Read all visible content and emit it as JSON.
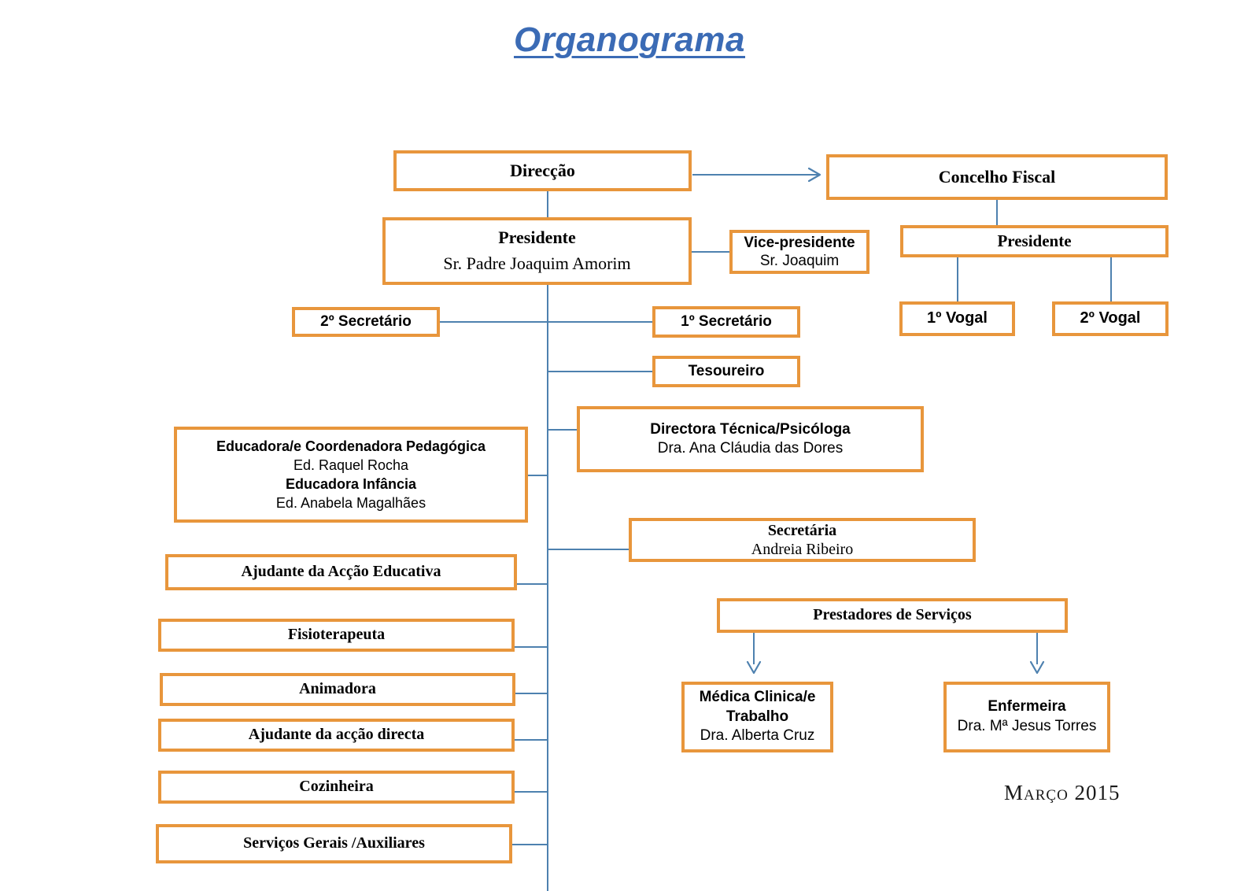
{
  "page": {
    "title": "Organograma",
    "date_stamp": "Março 2015",
    "colors": {
      "box_border": "#E8963C",
      "connector": "#4E81AF",
      "title": "#3B6BB5",
      "background": "#FFFFFF",
      "text": "#000000"
    }
  },
  "chart_data": {
    "type": "diagram",
    "diagram_kind": "organizational-chart",
    "title": "Organograma",
    "date": "Março 2015",
    "nodes": [
      {
        "id": "direccao",
        "title": "Direcção",
        "subtitle": ""
      },
      {
        "id": "concelho",
        "title": "Concelho Fiscal",
        "subtitle": ""
      },
      {
        "id": "presidente",
        "title": "Presidente",
        "subtitle": "Sr. Padre Joaquim Amorim"
      },
      {
        "id": "vice",
        "title": "Vice-presidente",
        "subtitle": "Sr. Joaquim"
      },
      {
        "id": "cf-presidente",
        "title": "Presidente",
        "subtitle": ""
      },
      {
        "id": "vogal1",
        "title": "1º Vogal",
        "subtitle": ""
      },
      {
        "id": "vogal2",
        "title": "2º Vogal",
        "subtitle": ""
      },
      {
        "id": "sec2",
        "title": "2º Secretário",
        "subtitle": ""
      },
      {
        "id": "sec1",
        "title": "1º Secretário",
        "subtitle": ""
      },
      {
        "id": "tesoureiro",
        "title": "Tesoureiro",
        "subtitle": ""
      },
      {
        "id": "directora",
        "title": "Directora Técnica/Psicóloga",
        "subtitle": "Dra. Ana Cláudia das Dores"
      },
      {
        "id": "educadora",
        "title": "Educadora/e Coordenadora Pedagógica",
        "subtitle": "Ed. Raquel Rocha",
        "title2": "Educadora Infância",
        "subtitle2": "Ed. Anabela Magalhães"
      },
      {
        "id": "secretaria",
        "title": "Secretária",
        "subtitle": "Andreia Ribeiro"
      },
      {
        "id": "ajudante-educ",
        "title": "Ajudante da Acção Educativa",
        "subtitle": ""
      },
      {
        "id": "fisio",
        "title": "Fisioterapeuta",
        "subtitle": ""
      },
      {
        "id": "animadora",
        "title": "Animadora",
        "subtitle": ""
      },
      {
        "id": "ajudante-dir",
        "title": "Ajudante da acção directa",
        "subtitle": ""
      },
      {
        "id": "cozinheira",
        "title": "Cozinheira",
        "subtitle": ""
      },
      {
        "id": "servicos",
        "title": "Serviços Gerais /Auxiliares",
        "subtitle": ""
      },
      {
        "id": "prestadores",
        "title": "Prestadores de Serviços",
        "subtitle": ""
      },
      {
        "id": "medica",
        "title": "Médica Clinica/e Trabalho",
        "subtitle": "Dra. Alberta Cruz"
      },
      {
        "id": "enfermeira",
        "title": "Enfermeira",
        "subtitle": "Dra. Mª Jesus Torres"
      }
    ],
    "edges": [
      {
        "from": "direccao",
        "to": "concelho",
        "style": "arrow"
      },
      {
        "from": "direccao",
        "to": "presidente",
        "style": "line"
      },
      {
        "from": "presidente",
        "to": "vice",
        "style": "line"
      },
      {
        "from": "concelho",
        "to": "cf-presidente",
        "style": "line"
      },
      {
        "from": "cf-presidente",
        "to": "vogal1",
        "style": "line"
      },
      {
        "from": "cf-presidente",
        "to": "vogal2",
        "style": "line"
      },
      {
        "from": "presidente",
        "to": "sec1",
        "style": "line"
      },
      {
        "from": "presidente",
        "to": "sec2",
        "style": "line"
      },
      {
        "from": "presidente",
        "to": "tesoureiro",
        "style": "line"
      },
      {
        "from": "presidente",
        "to": "directora",
        "style": "line"
      },
      {
        "from": "presidente",
        "to": "educadora",
        "style": "line"
      },
      {
        "from": "presidente",
        "to": "secretaria",
        "style": "line"
      },
      {
        "from": "presidente",
        "to": "ajudante-educ",
        "style": "line"
      },
      {
        "from": "presidente",
        "to": "fisio",
        "style": "line"
      },
      {
        "from": "presidente",
        "to": "animadora",
        "style": "line"
      },
      {
        "from": "presidente",
        "to": "ajudante-dir",
        "style": "line"
      },
      {
        "from": "presidente",
        "to": "cozinheira",
        "style": "line"
      },
      {
        "from": "presidente",
        "to": "servicos",
        "style": "line"
      },
      {
        "from": "prestadores",
        "to": "medica",
        "style": "arrow"
      },
      {
        "from": "prestadores",
        "to": "enfermeira",
        "style": "arrow"
      }
    ]
  },
  "nodes": {
    "direccao": {
      "title": "Direcção"
    },
    "concelho": {
      "title": "Concelho Fiscal"
    },
    "presidente": {
      "title": "Presidente",
      "subtitle": "Sr. Padre Joaquim Amorim"
    },
    "vice": {
      "title": "Vice-presidente",
      "subtitle": "Sr. Joaquim"
    },
    "cf_presidente": {
      "title": "Presidente"
    },
    "vogal1": {
      "title": "1º Vogal"
    },
    "vogal2": {
      "title": "2º Vogal"
    },
    "sec2": {
      "title": "2º Secretário"
    },
    "sec1": {
      "title": "1º Secretário"
    },
    "tesoureiro": {
      "title": "Tesoureiro"
    },
    "directora": {
      "title": "Directora Técnica/Psicóloga",
      "subtitle": "Dra. Ana Cláudia das Dores"
    },
    "educadora": {
      "title": "Educadora/e Coordenadora Pedagógica",
      "subtitle": "Ed. Raquel Rocha",
      "title2": "Educadora Infância",
      "subtitle2": "Ed. Anabela Magalhães"
    },
    "secretaria": {
      "title": "Secretária",
      "subtitle": "Andreia Ribeiro"
    },
    "ajudante_educ": {
      "title": "Ajudante da Acção Educativa"
    },
    "fisio": {
      "title": "Fisioterapeuta"
    },
    "animadora": {
      "title": "Animadora"
    },
    "ajudante_dir": {
      "title": "Ajudante da acção directa"
    },
    "cozinheira": {
      "title": "Cozinheira"
    },
    "servicos": {
      "title": "Serviços Gerais /Auxiliares"
    },
    "prestadores": {
      "title": "Prestadores de Serviços"
    },
    "medica": {
      "title": "Médica Clinica/e Trabalho",
      "subtitle": "Dra. Alberta Cruz"
    },
    "enfermeira": {
      "title": "Enfermeira",
      "subtitle": "Dra. Mª Jesus Torres"
    }
  }
}
